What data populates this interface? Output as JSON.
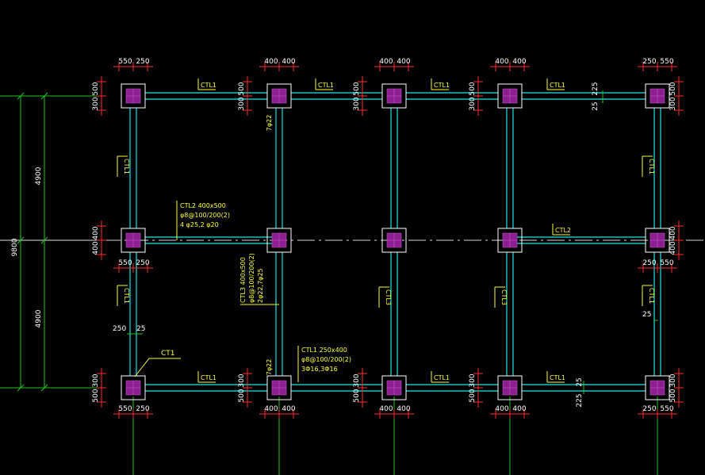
{
  "colors": {
    "background": "#000000",
    "beam": "#19e6e6",
    "column_fill": "#8b1f8f",
    "column_outline": "#ffffff",
    "dimension": "#ff3030",
    "dim_text": "#ffffff",
    "tag": "#ffff33",
    "axis": "#21c521"
  },
  "labels": {
    "ctl1": "CTL1",
    "ctl2": "CTL2",
    "ctl3": "CTL3",
    "ct1": "CT1",
    "bar_7phi22": "7φ22"
  },
  "annotations": {
    "ctl2_spec": [
      "CTL2 400x500",
      "φ8@100/200(2)",
      "4 φ25,2 φ20"
    ],
    "ctl3_spec": [
      "CTL3 400x500",
      "φ8@100/200(2)",
      "2φ22,7φ25"
    ],
    "ctl1_spec": [
      "CTL1 250x400",
      "φ8@100/200(2)",
      "3Φ16,3Φ16"
    ]
  },
  "dimensions": {
    "col_left": [
      "550",
      "250"
    ],
    "col_mid": [
      "400",
      "400"
    ],
    "col_right": [
      "250",
      "550"
    ],
    "row_top": [
      "500",
      "300"
    ],
    "row_mid": [
      "400",
      "400"
    ],
    "row_bottom": [
      "300",
      "500"
    ],
    "span": "4900",
    "total": "9800",
    "d250": "250",
    "d25": "25",
    "d225": "225"
  }
}
